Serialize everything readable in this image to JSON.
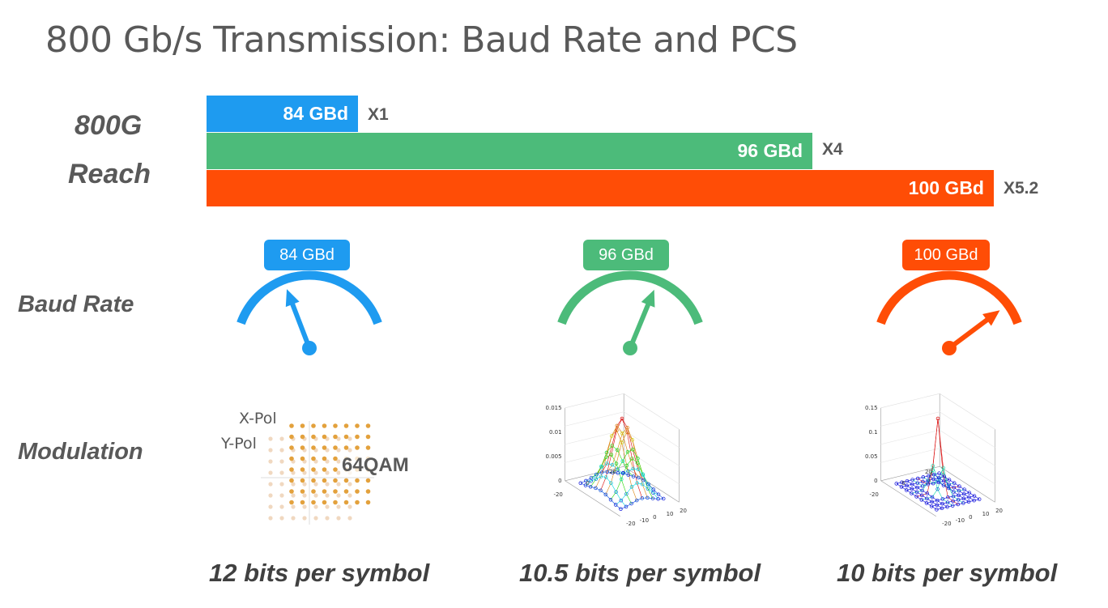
{
  "title": "800 Gb/s Transmission: Baud Rate and PCS",
  "labels": {
    "reach_line1": "800G",
    "reach_line2": "Reach",
    "baud_rate": "Baud Rate",
    "modulation": "Modulation"
  },
  "colors": {
    "blue": "#1e9bf0",
    "green": "#4cbb7a",
    "orange": "#ff4d06",
    "text_gray": "#595959"
  },
  "reach_bars": [
    {
      "label": "84 GBd",
      "multiplier": "X1",
      "value": 1,
      "color": "#1e9bf0"
    },
    {
      "label": "96 GBd",
      "multiplier": "X4",
      "value": 4,
      "color": "#4cbb7a"
    },
    {
      "label": "100 GBd",
      "multiplier": "X5.2",
      "value": 5.2,
      "color": "#ff4d06"
    }
  ],
  "gauges": [
    {
      "label": "84 GBd",
      "color": "#1e9bf0",
      "needle_level": 0.35
    },
    {
      "label": "96 GBd",
      "color": "#4cbb7a",
      "needle_level": 0.66
    },
    {
      "label": "100 GBd",
      "color": "#ff4d06",
      "needle_level": 0.88
    }
  ],
  "modulation": {
    "qam": {
      "x_pol": "X-Pol",
      "y_pol": "Y-Pol",
      "format": "64QAM"
    },
    "pcs1": {
      "z_ticks": [
        "0.015",
        "0.01",
        "0.005",
        "0"
      ],
      "x_ticks": [
        "20",
        "0",
        "-20"
      ],
      "y_ticks": [
        "-20",
        "-10",
        "0",
        "10",
        "20"
      ]
    },
    "pcs2": {
      "z_ticks": [
        "0.15",
        "0.1",
        "0.05",
        "0"
      ],
      "x_ticks": [
        "20",
        "0",
        "-20"
      ],
      "y_ticks": [
        "-20",
        "-10",
        "0",
        "10",
        "20"
      ]
    }
  },
  "captions": [
    "12 bits per symbol",
    "10.5 bits per symbol",
    "10 bits per symbol"
  ]
}
